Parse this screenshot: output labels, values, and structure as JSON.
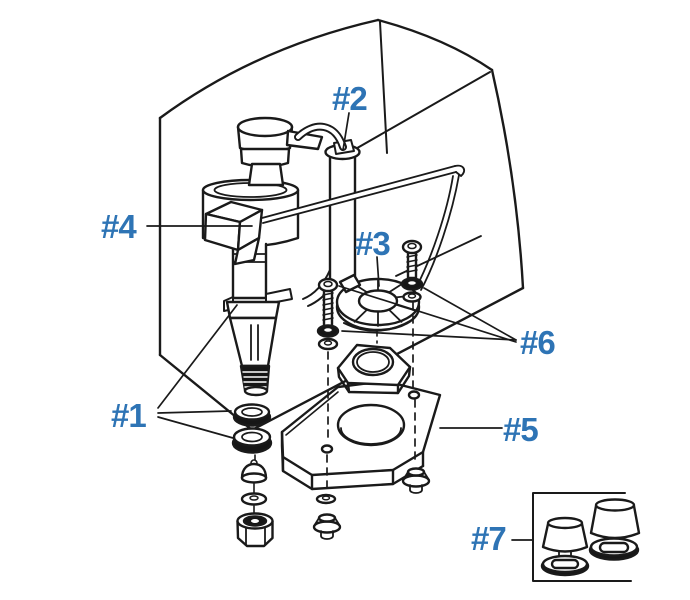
{
  "diagram": {
    "type": "exploded-parts-diagram",
    "subject": "toilet tank fill valve and flush valve assembly",
    "label_color": "#2E74B5",
    "line_color": "#1a1a1a",
    "labels": [
      {
        "id": "1",
        "text": "#1"
      },
      {
        "id": "2",
        "text": "#2"
      },
      {
        "id": "3",
        "text": "#3"
      },
      {
        "id": "4",
        "text": "#4"
      },
      {
        "id": "5",
        "text": "#5"
      },
      {
        "id": "6",
        "text": "#6"
      },
      {
        "id": "7",
        "text": "#7"
      }
    ]
  }
}
